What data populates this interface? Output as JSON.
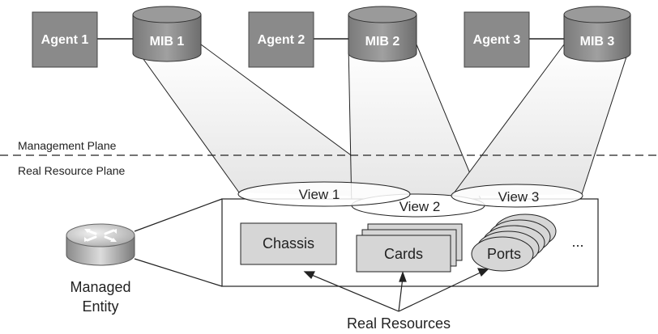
{
  "agents": [
    {
      "label": "Agent 1",
      "mib": "MIB 1",
      "view": "View 1"
    },
    {
      "label": "Agent 2",
      "mib": "MIB 2",
      "view": "View 2"
    },
    {
      "label": "Agent 3",
      "mib": "MIB 3",
      "view": "View 3"
    }
  ],
  "planes": {
    "management": "Management Plane",
    "real_resource": "Real Resource Plane"
  },
  "resources": {
    "chassis": "Chassis",
    "cards": "Cards",
    "ports": "Ports",
    "more": "..."
  },
  "managed_entity": {
    "line1": "Managed",
    "line2": "Entity"
  },
  "real_resources_label": "Real Resources",
  "colors": {
    "box_fill": "#8a8a8a",
    "box_text": "#ffffff",
    "line": "#222222",
    "resource_fill": "#d6d6d6"
  }
}
